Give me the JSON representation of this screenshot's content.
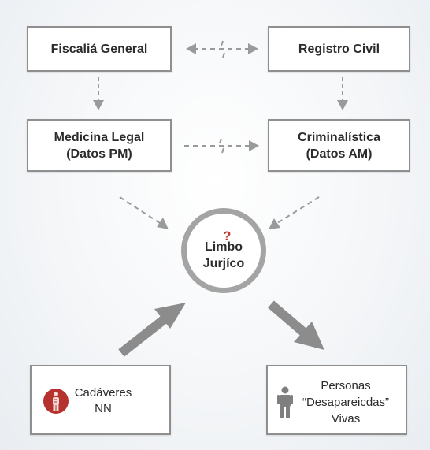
{
  "boxes": {
    "fiscalia": "Fiscaliá General",
    "registro": "Registro Civil",
    "medicina_line1": "Medicina Legal",
    "medicina_line2": "(Datos PM)",
    "criminal_line1": "Criminalística",
    "criminal_line2": "(Datos AM)"
  },
  "center": {
    "question_mark": "?",
    "line1": "Limbo",
    "line2": "Jurjíco"
  },
  "bottom": {
    "cadaveres_line1": "Cadáveres",
    "cadaveres_line2": "NN",
    "personas_line1": "Personas",
    "personas_line2": "“Desapareicdas”",
    "personas_line3": "Vivas"
  },
  "icons": {
    "cadaveres_icon": "body-figure-icon",
    "personas_icon": "person-icon"
  },
  "colors": {
    "box_border": "#8f8f8f",
    "arrow_gray": "#9a9a9a",
    "accent_red": "#b5322f",
    "question_red": "#c0392b"
  }
}
